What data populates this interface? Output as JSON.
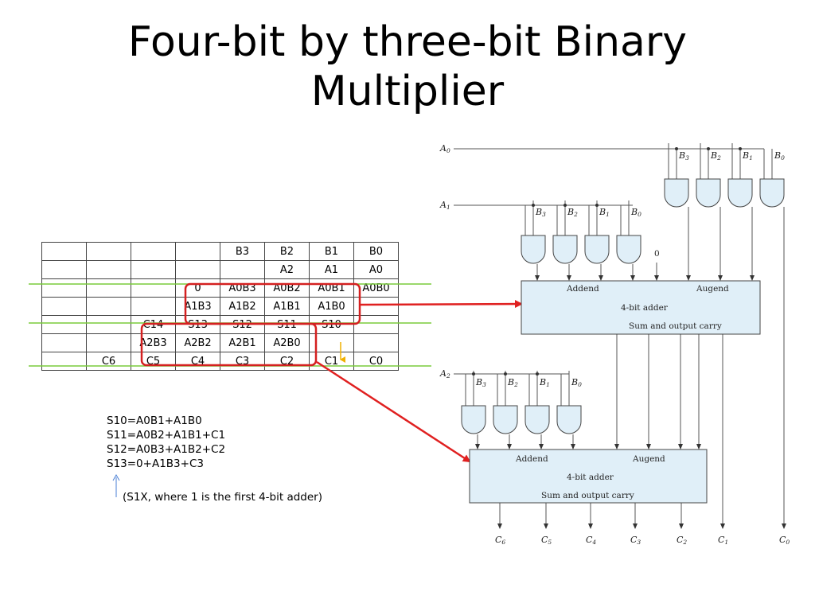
{
  "title": {
    "line1": "Four-bit by three-bit Binary",
    "line2": "Multiplier"
  },
  "table": {
    "rows": [
      [
        "",
        "",
        "",
        "",
        "B3",
        "B2",
        "B1",
        "B0"
      ],
      [
        "",
        "",
        "",
        "",
        "",
        "A2",
        "A1",
        "A0"
      ],
      [
        "",
        "",
        "",
        "0",
        "A0B3",
        "A0B2",
        "A0B1",
        "A0B0"
      ],
      [
        "",
        "",
        "",
        "A1B3",
        "A1B2",
        "A1B1",
        "A1B0",
        ""
      ],
      [
        "",
        "",
        "C14",
        "S13",
        "S12",
        "S11",
        "S10",
        ""
      ],
      [
        "",
        "",
        "A2B3",
        "A2B2",
        "A2B1",
        "A2B0",
        "",
        ""
      ],
      [
        "",
        "C6",
        "C5",
        "C4",
        "C3",
        "C2",
        "C1",
        "C0"
      ]
    ]
  },
  "equations": [
    "S10=A0B1+A1B0",
    "S11=A0B2+A1B1+C1",
    "S12=A0B3+A1B2+C2",
    "S13=0+A1B3+C3"
  ],
  "note": "(S1X, where 1 is the first 4-bit adder)",
  "colors": {
    "highlight_box": "#d42020",
    "arrow": "#e02020",
    "separator": "#7acc3c",
    "carry_arrow": "#f0b000",
    "note_arrow": "#4a7fd4",
    "adder_fill": "#e0eff8"
  },
  "circuit": {
    "inputs": {
      "a0": "A",
      "a0_sub": "0",
      "a1": "A",
      "a1_sub": "1",
      "a2": "A",
      "a2_sub": "2"
    },
    "b_labels": [
      {
        "base": "B",
        "sub": "3"
      },
      {
        "base": "B",
        "sub": "2"
      },
      {
        "base": "B",
        "sub": "1"
      },
      {
        "base": "B",
        "sub": "0"
      }
    ],
    "zero_input": "0",
    "adder1": {
      "addend": "Addend",
      "augend": "Augend",
      "name": "4-bit adder",
      "sum": "Sum and output carry"
    },
    "adder2": {
      "addend": "Addend",
      "augend": "Augend",
      "name": "4-bit adder",
      "sum": "Sum and output carry"
    },
    "outputs": [
      {
        "base": "C",
        "sub": "6"
      },
      {
        "base": "C",
        "sub": "5"
      },
      {
        "base": "C",
        "sub": "4"
      },
      {
        "base": "C",
        "sub": "3"
      },
      {
        "base": "C",
        "sub": "2"
      },
      {
        "base": "C",
        "sub": "1"
      },
      {
        "base": "C",
        "sub": "0"
      }
    ]
  }
}
